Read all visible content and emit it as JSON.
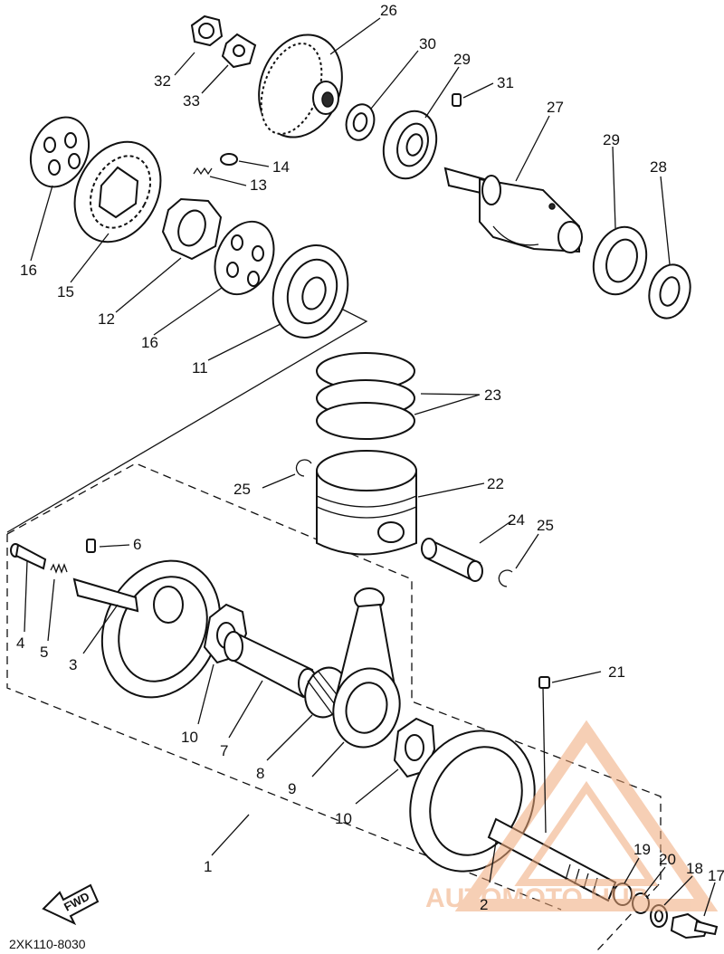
{
  "diagram": {
    "part_code": "2XK110-8030",
    "fwd_label": "FWD",
    "watermark": "AUTOMOTO HUB",
    "callouts": {
      "c1": "1",
      "c2": "2",
      "c3": "3",
      "c4": "4",
      "c5": "5",
      "c6": "6",
      "c7": "7",
      "c8": "8",
      "c9": "9",
      "c10a": "10",
      "c10b": "10",
      "c11": "11",
      "c12": "12",
      "c13": "13",
      "c14": "14",
      "c15": "15",
      "c16a": "16",
      "c16b": "16",
      "c17": "17",
      "c18": "18",
      "c19": "19",
      "c20": "20",
      "c21": "21",
      "c22": "22",
      "c23": "23",
      "c24": "24",
      "c25a": "25",
      "c25b": "25",
      "c26": "26",
      "c27": "27",
      "c28": "28",
      "c29a": "29",
      "c29b": "29",
      "c30": "30",
      "c31": "31",
      "c32": "32",
      "c33": "33"
    },
    "colors": {
      "line": "#111111",
      "watermark": "#f0a97a"
    }
  }
}
